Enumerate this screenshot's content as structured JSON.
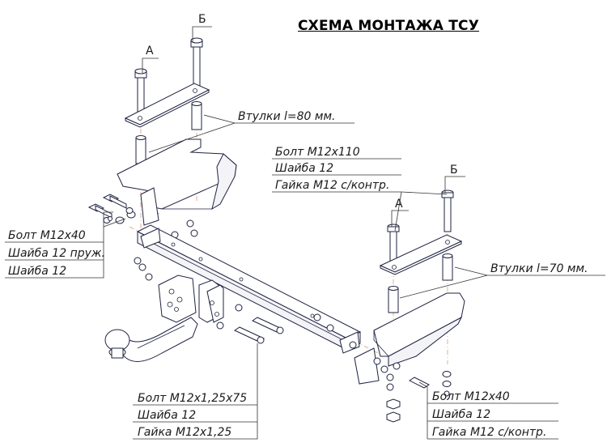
{
  "title": "СХЕМА МОНТАЖА ТСУ",
  "letters": {
    "a": "А",
    "b": "Б"
  },
  "callouts": {
    "left_sleeves": "Втулки l=80 мм.",
    "right_sleeves": "Втулки l=70 мм.",
    "top_group": [
      "Болт М12х110",
      "Шайба 12",
      "Гайка М12 с/контр."
    ],
    "left_group": [
      "Болт М12х40",
      "Шайба 12 пруж.",
      "Шайба 12"
    ],
    "bottom_center_group": [
      "Болт М12х1,25х75",
      "Шайба 12",
      "Гайка М12х1,25"
    ],
    "bottom_right_group": [
      "Болт М12х40",
      "Шайба 12",
      "Гайка М12 с/контр."
    ]
  }
}
